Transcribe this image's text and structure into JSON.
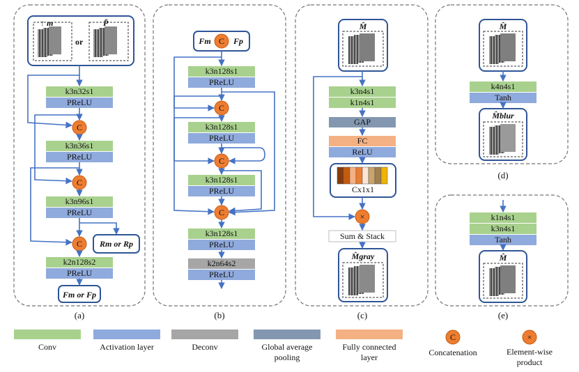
{
  "colors": {
    "conv": "#a9d18e",
    "act": "#8faadc",
    "deconv": "#a6a6a6",
    "gap": "#8497b0",
    "fc": "#f4b183",
    "circle": "#ed7d31",
    "line": "#4472c4",
    "dash": "#767171"
  },
  "panel_a": {
    "input_up": "↑ m",
    "input_or": "or",
    "input_p": "P̄",
    "b1_conv": "k3n32s1",
    "b1_act": "PReLU",
    "b2_conv": "k3n36s1",
    "b2_act": "PReLU",
    "b3_conv": "k3n96s1",
    "b3_act": "PReLU",
    "b4_conv": "k2n128s2",
    "b4_act": "PReLU",
    "side_output": "Rm or Rp",
    "output": "Fm or Fp",
    "concat": "C",
    "caption": "(a)"
  },
  "panel_b": {
    "in_left": "Fm",
    "in_right": "Fp",
    "concat": "C",
    "b1_conv": "k3n128s1",
    "b1_act": "PReLU",
    "b2_conv": "k3n128s1",
    "b2_act": "PReLU",
    "b3_conv": "k3n128s1",
    "b3_act": "PReLU",
    "b4_conv": "k3n128s1",
    "b4_act": "PReLU",
    "b5_deconv": "k2n64s2",
    "b5_act": "PReLU",
    "caption": "(b)"
  },
  "panel_c": {
    "input": "M̂",
    "c1": "k3n4s1",
    "c2": "k1n4s1",
    "gap": "GAP",
    "fc": "FC",
    "relu": "ReLU",
    "vec": "Cx1x1",
    "mult": "×",
    "sum": "Sum & Stack",
    "output": "M̂gray",
    "caption": "(c)",
    "bar_colors": [
      "#843c0c",
      "#c55a11",
      "#f4b183",
      "#ed7d31",
      "#fbe5d6",
      "#c9a56b",
      "#a08050",
      "#f0b400"
    ]
  },
  "panel_d": {
    "input": "M̂",
    "conv": "k4n4s1",
    "act": "Tanh",
    "output": "M̂blur",
    "caption": "(d)"
  },
  "panel_e": {
    "c1": "k1n4s1",
    "c2": "k3n4s1",
    "act": "Tanh",
    "output": "M̂",
    "caption": "(e)"
  },
  "legend": {
    "conv": "Conv",
    "act": "Activation layer",
    "deconv": "Deconv",
    "gap_1": "Global average",
    "gap_2": "pooling",
    "fc_1": "Fully connected",
    "fc_2": "layer",
    "concat_symbol": "C",
    "concat": "Concatenation",
    "mult_symbol": "×",
    "mult_1": "Element-wise",
    "mult_2": "product"
  }
}
